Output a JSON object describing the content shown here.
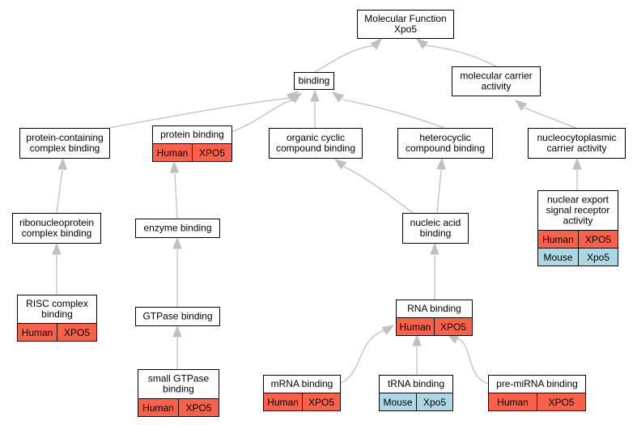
{
  "colors": {
    "human": "#fa6148",
    "mouse": "#acd8e6",
    "node_fill": "#ffffff",
    "node_border": "#000000",
    "edge": "#c0c0c0"
  },
  "nodes": [
    {
      "id": "mf",
      "lines": [
        "Molecular Function",
        "Xpo5"
      ],
      "annotations": []
    },
    {
      "id": "binding",
      "lines": [
        "binding"
      ],
      "annotations": []
    },
    {
      "id": "molecular-carrier-activity",
      "lines": [
        "molecular carrier",
        "activity"
      ],
      "annotations": []
    },
    {
      "id": "protein-containing-complex-binding",
      "lines": [
        "protein-containing",
        "complex binding"
      ],
      "annotations": []
    },
    {
      "id": "protein-binding",
      "lines": [
        "protein binding"
      ],
      "annotations": [
        {
          "species": "Human",
          "gene": "XPO5"
        }
      ]
    },
    {
      "id": "organic-cyclic-compound-binding",
      "lines": [
        "organic cyclic",
        "compound binding"
      ],
      "annotations": []
    },
    {
      "id": "heterocyclic-compound-binding",
      "lines": [
        "heterocyclic",
        "compound binding"
      ],
      "annotations": []
    },
    {
      "id": "nucleocytoplasmic-carrier-activity",
      "lines": [
        "nucleocytoplasmic",
        "carrier activity"
      ],
      "annotations": []
    },
    {
      "id": "ribonucleoprotein-complex-binding",
      "lines": [
        "ribonucleoprotein",
        "complex binding"
      ],
      "annotations": []
    },
    {
      "id": "enzyme-binding",
      "lines": [
        "enzyme binding"
      ],
      "annotations": []
    },
    {
      "id": "nucleic-acid-binding",
      "lines": [
        "nucleic acid",
        "binding"
      ],
      "annotations": []
    },
    {
      "id": "nuclear-export-signal-receptor-activity",
      "lines": [
        "nuclear export",
        "signal receptor",
        "activity"
      ],
      "annotations": [
        {
          "species": "Human",
          "gene": "XPO5"
        },
        {
          "species": "Mouse",
          "gene": "Xpo5"
        }
      ]
    },
    {
      "id": "risc-complex-binding",
      "lines": [
        "RISC complex",
        "binding"
      ],
      "annotations": [
        {
          "species": "Human",
          "gene": "XPO5"
        }
      ]
    },
    {
      "id": "gtpase-binding",
      "lines": [
        "GTPase binding"
      ],
      "annotations": []
    },
    {
      "id": "rna-binding",
      "lines": [
        "RNA binding"
      ],
      "annotations": [
        {
          "species": "Human",
          "gene": "XPO5"
        }
      ]
    },
    {
      "id": "small-gtpase-binding",
      "lines": [
        "small GTPase",
        "binding"
      ],
      "annotations": [
        {
          "species": "Human",
          "gene": "XPO5"
        }
      ]
    },
    {
      "id": "mrna-binding",
      "lines": [
        "mRNA binding"
      ],
      "annotations": [
        {
          "species": "Human",
          "gene": "XPO5"
        }
      ]
    },
    {
      "id": "trna-binding",
      "lines": [
        "tRNA binding"
      ],
      "annotations": [
        {
          "species": "Mouse",
          "gene": "Xpo5"
        }
      ]
    },
    {
      "id": "pre-mirna-binding",
      "lines": [
        "pre-miRNA binding"
      ],
      "annotations": [
        {
          "species": "Human",
          "gene": "XPO5"
        }
      ]
    }
  ],
  "edges": [
    {
      "from": "binding",
      "to": "mf"
    },
    {
      "from": "molecular-carrier-activity",
      "to": "mf"
    },
    {
      "from": "protein-containing-complex-binding",
      "to": "binding"
    },
    {
      "from": "protein-binding",
      "to": "binding"
    },
    {
      "from": "organic-cyclic-compound-binding",
      "to": "binding"
    },
    {
      "from": "heterocyclic-compound-binding",
      "to": "binding"
    },
    {
      "from": "nucleocytoplasmic-carrier-activity",
      "to": "molecular-carrier-activity"
    },
    {
      "from": "ribonucleoprotein-complex-binding",
      "to": "protein-containing-complex-binding"
    },
    {
      "from": "enzyme-binding",
      "to": "protein-binding"
    },
    {
      "from": "nucleic-acid-binding",
      "to": "organic-cyclic-compound-binding"
    },
    {
      "from": "nucleic-acid-binding",
      "to": "heterocyclic-compound-binding"
    },
    {
      "from": "nuclear-export-signal-receptor-activity",
      "to": "nucleocytoplasmic-carrier-activity"
    },
    {
      "from": "risc-complex-binding",
      "to": "ribonucleoprotein-complex-binding"
    },
    {
      "from": "gtpase-binding",
      "to": "enzyme-binding"
    },
    {
      "from": "rna-binding",
      "to": "nucleic-acid-binding"
    },
    {
      "from": "small-gtpase-binding",
      "to": "gtpase-binding"
    },
    {
      "from": "mrna-binding",
      "to": "rna-binding"
    },
    {
      "from": "trna-binding",
      "to": "rna-binding"
    },
    {
      "from": "pre-mirna-binding",
      "to": "rna-binding"
    }
  ]
}
